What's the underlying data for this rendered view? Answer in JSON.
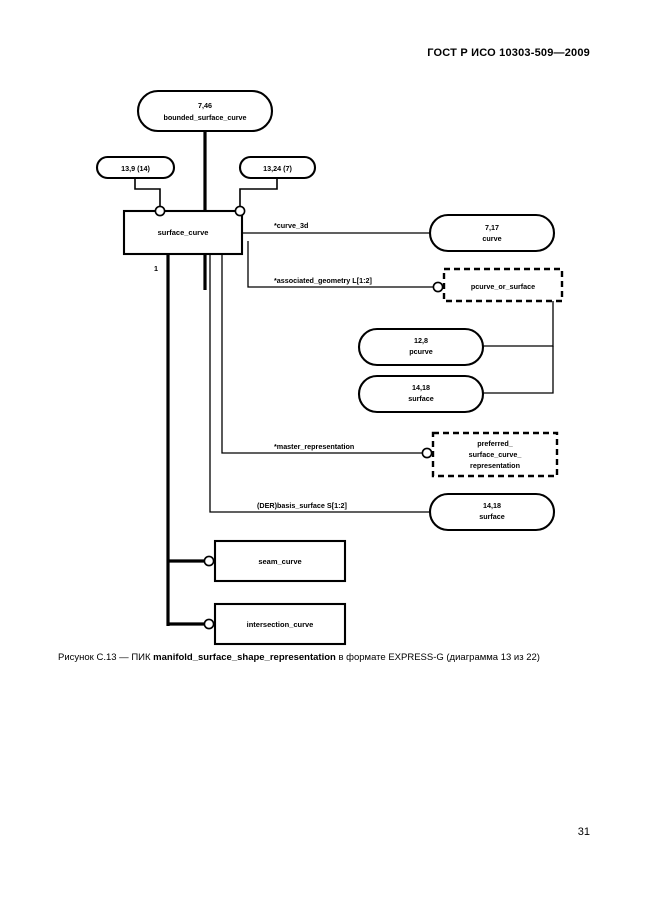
{
  "document": {
    "header": "ГОСТ Р ИСО 10303-509—2009",
    "page_number": "31"
  },
  "caption": {
    "prefix": "Рисунок С.13 — ПИК ",
    "entity": "manifold_surface_shape_representation",
    "suffix": " в формате EXPRESS-G (диаграмма 13 из 22)"
  },
  "diagram": {
    "type": "EXPRESS-G",
    "nodes": {
      "bounded_surface_curve": {
        "ref": "7,46",
        "name": "bounded_surface_curve",
        "shape": "rounded"
      },
      "page_ref_left": {
        "label": "13,9 (14)",
        "shape": "rounded-small"
      },
      "page_ref_right": {
        "label": "13,24 (7)",
        "shape": "rounded-small"
      },
      "surface_curve": {
        "name": "surface_curve",
        "shape": "rectangle"
      },
      "curve": {
        "ref": "7,17",
        "name": "curve",
        "shape": "rounded"
      },
      "pcurve_or_surface": {
        "name": "pcurve_or_surface",
        "shape": "dashed"
      },
      "pcurve": {
        "ref": "12,8",
        "name": "pcurve",
        "shape": "rounded"
      },
      "surface_upper": {
        "ref": "14,18",
        "name": "surface",
        "shape": "rounded"
      },
      "preferred_surface_curve_representation": {
        "line1": "preferred_",
        "line2": "surface_curve_",
        "line3": "representation",
        "shape": "dashed"
      },
      "surface_lower": {
        "ref": "14,18",
        "name": "surface",
        "shape": "rounded"
      },
      "seam_curve": {
        "name": "seam_curve",
        "shape": "rectangle"
      },
      "intersection_curve": {
        "name": "intersection_curve",
        "shape": "rectangle"
      }
    },
    "attributes": {
      "curve_3d": "*curve_3d",
      "associated_geometry": "*associated_geometry L[1:2]",
      "master_representation": "*master_representation",
      "basis_surface": "(DER)basis_surface S[1:2]"
    },
    "supertype_label": "1"
  }
}
